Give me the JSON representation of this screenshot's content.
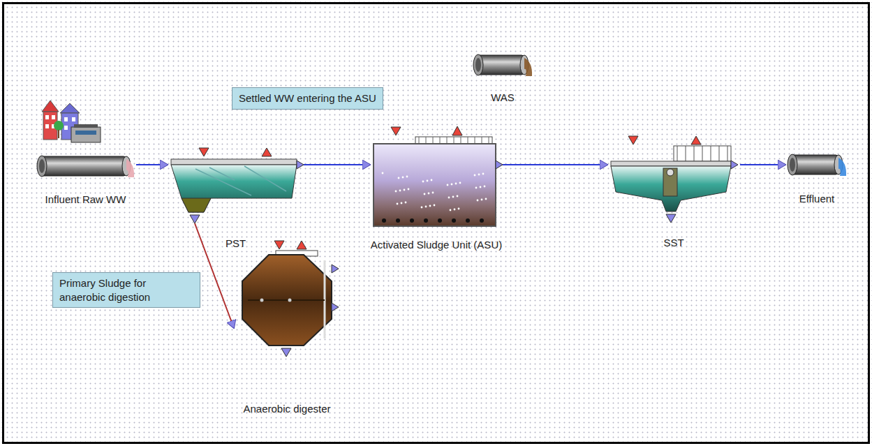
{
  "diagram": {
    "nodes": [
      {
        "text": [
          "Settled WW entering the ASU"
        ]
      },
      {
        "text": [
          "WAS"
        ]
      },
      {
        "text": [
          "Influent Raw WW"
        ]
      },
      {
        "text": [
          "PST"
        ]
      },
      {
        "text": [
          "Activated Sludge Unit (ASU)"
        ]
      },
      {
        "text": [
          "SST"
        ]
      },
      {
        "text": [
          "Effluent"
        ]
      },
      {
        "text": [
          "Primary Sludge for anaerobic digestion"
        ]
      },
      {
        "text": [
          "Anaerobic digester"
        ]
      }
    ],
    "edges": [
      {
        "from": 2,
        "to": 3,
        "arrow": "to"
      },
      {
        "from": 3,
        "to": 4,
        "arrow": "to"
      },
      {
        "from": 4,
        "to": 5,
        "arrow": "to"
      },
      {
        "from": 5,
        "to": 6,
        "arrow": "to"
      },
      {
        "from": 3,
        "to": 8,
        "arrow": "to"
      }
    ]
  }
}
